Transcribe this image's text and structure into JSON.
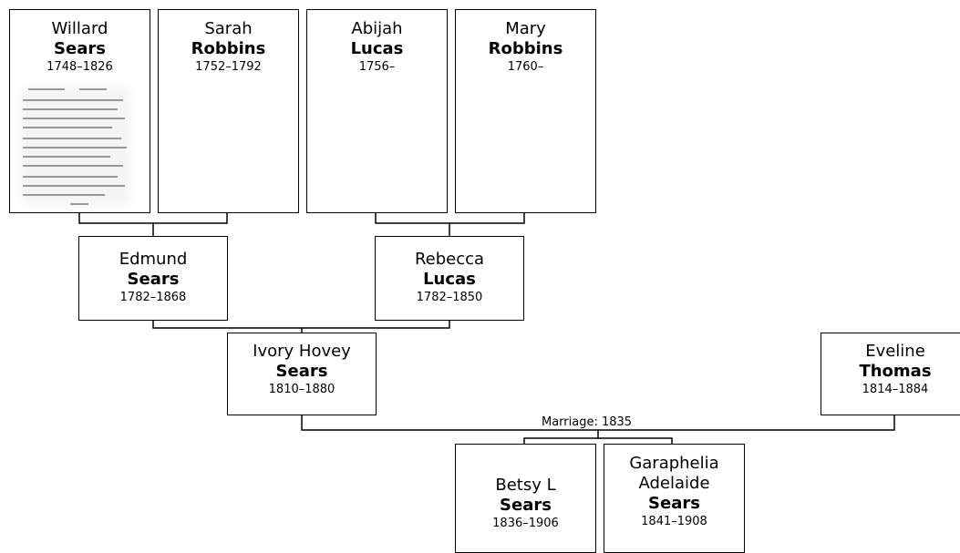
{
  "people": {
    "willard": {
      "given": "Willard",
      "surname": "Sears",
      "dates": "1748–1826"
    },
    "sarah": {
      "given": "Sarah",
      "surname": "Robbins",
      "dates": "1752–1792"
    },
    "abijah": {
      "given": "Abijah",
      "surname": "Lucas",
      "dates": "1756–"
    },
    "mary": {
      "given": "Mary",
      "surname": "Robbins",
      "dates": "1760–"
    },
    "edmund": {
      "given": "Edmund",
      "surname": "Sears",
      "dates": "1782–1868"
    },
    "rebecca": {
      "given": "Rebecca",
      "surname": "Lucas",
      "dates": "1782–1850"
    },
    "ivory": {
      "given": "Ivory Hovey",
      "surname": "Sears",
      "dates": "1810–1880"
    },
    "eveline": {
      "given": "Eveline",
      "surname": "Thomas",
      "dates": "1814–1884"
    },
    "betsy": {
      "given": "Betsy L",
      "surname": "Sears",
      "dates": "1836–1906"
    },
    "garaphelia": {
      "given1": "Garaphelia",
      "given2": "Adelaide",
      "surname": "Sears",
      "dates": "1841–1908"
    }
  },
  "marriage_label": "Marriage: 1835",
  "photo": {
    "subject": "willard",
    "icon": "document-photo"
  }
}
